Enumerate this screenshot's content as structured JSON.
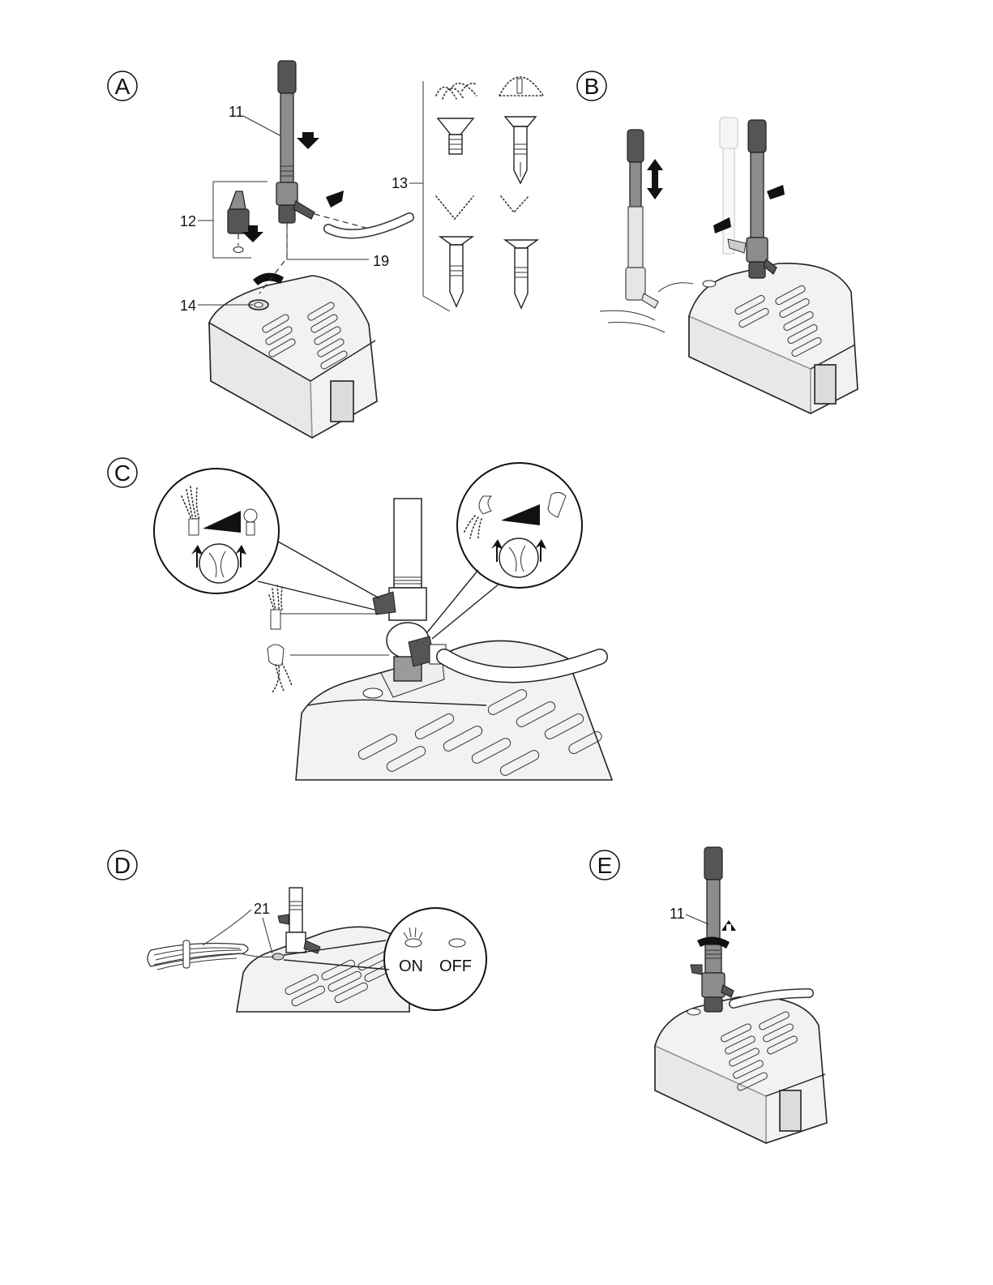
{
  "panels": {
    "a": "A",
    "b": "B",
    "c": "C",
    "d": "D",
    "e": "E"
  },
  "callouts": {
    "part_11": "11",
    "part_12": "12",
    "part_13": "13",
    "part_14": "14",
    "part_19": "19",
    "part_21": "21",
    "part_11_e": "11"
  },
  "switch": {
    "on": "ON",
    "off": "OFF"
  }
}
